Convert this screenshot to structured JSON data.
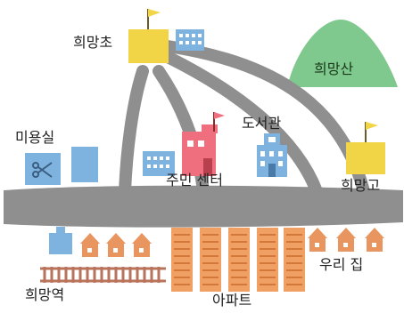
{
  "places": {
    "school": "희망초",
    "mountain": "희망산",
    "beauty_salon": "미용실",
    "library": "도서관",
    "community_center": "주민 센터",
    "high_school": "희망고",
    "station": "희망역",
    "apartment": "아파트",
    "my_home": "우리 집"
  },
  "colors": {
    "road": "#8f8f8f",
    "school_building": "#f1d547",
    "high_school_building": "#f1d547",
    "small_building": "#7fb3df",
    "community_center": "#ef6f7f",
    "mountain": "#7fc98f",
    "apartment": "#f1a063",
    "house_body": "#e89560",
    "railway": "#b8735a"
  },
  "icons": {
    "salon_sign": "scissors-icon",
    "flag": "flag-icon"
  }
}
